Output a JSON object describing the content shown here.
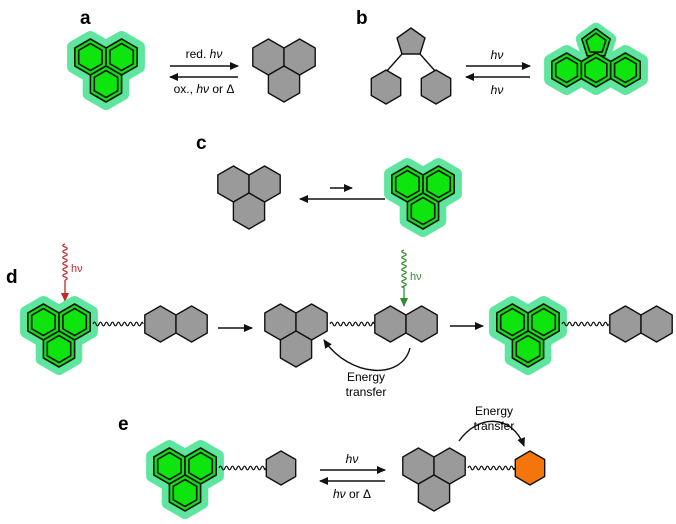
{
  "panels": {
    "a": {
      "letter": "a",
      "forward_prefix": "red. ",
      "forward_hv": "hν",
      "reverse_prefix": "ox., ",
      "reverse_hv": "hν",
      "reverse_suffix": " or Δ"
    },
    "b": {
      "letter": "b",
      "forward_hv": "hν",
      "reverse_hv": "hν"
    },
    "c": {
      "letter": "c"
    },
    "d": {
      "letter": "d",
      "red_hv": "hν",
      "green_hv": "hν",
      "energy_transfer_line1": "Energy",
      "energy_transfer_line2": "transfer"
    },
    "e": {
      "letter": "e",
      "forward_hv": "hν",
      "reverse_hv": "hν",
      "reverse_suffix": " or Δ",
      "energy_transfer_line1": "Energy",
      "energy_transfer_line2": "transfer"
    }
  },
  "colors": {
    "gray_fill": "#9a9a9a",
    "green_fill": "#0ee40e",
    "glow": "#5ee69e",
    "orange_fill": "#f3750b",
    "red_light": "#c0282a",
    "green_light": "#2e8b2e"
  }
}
